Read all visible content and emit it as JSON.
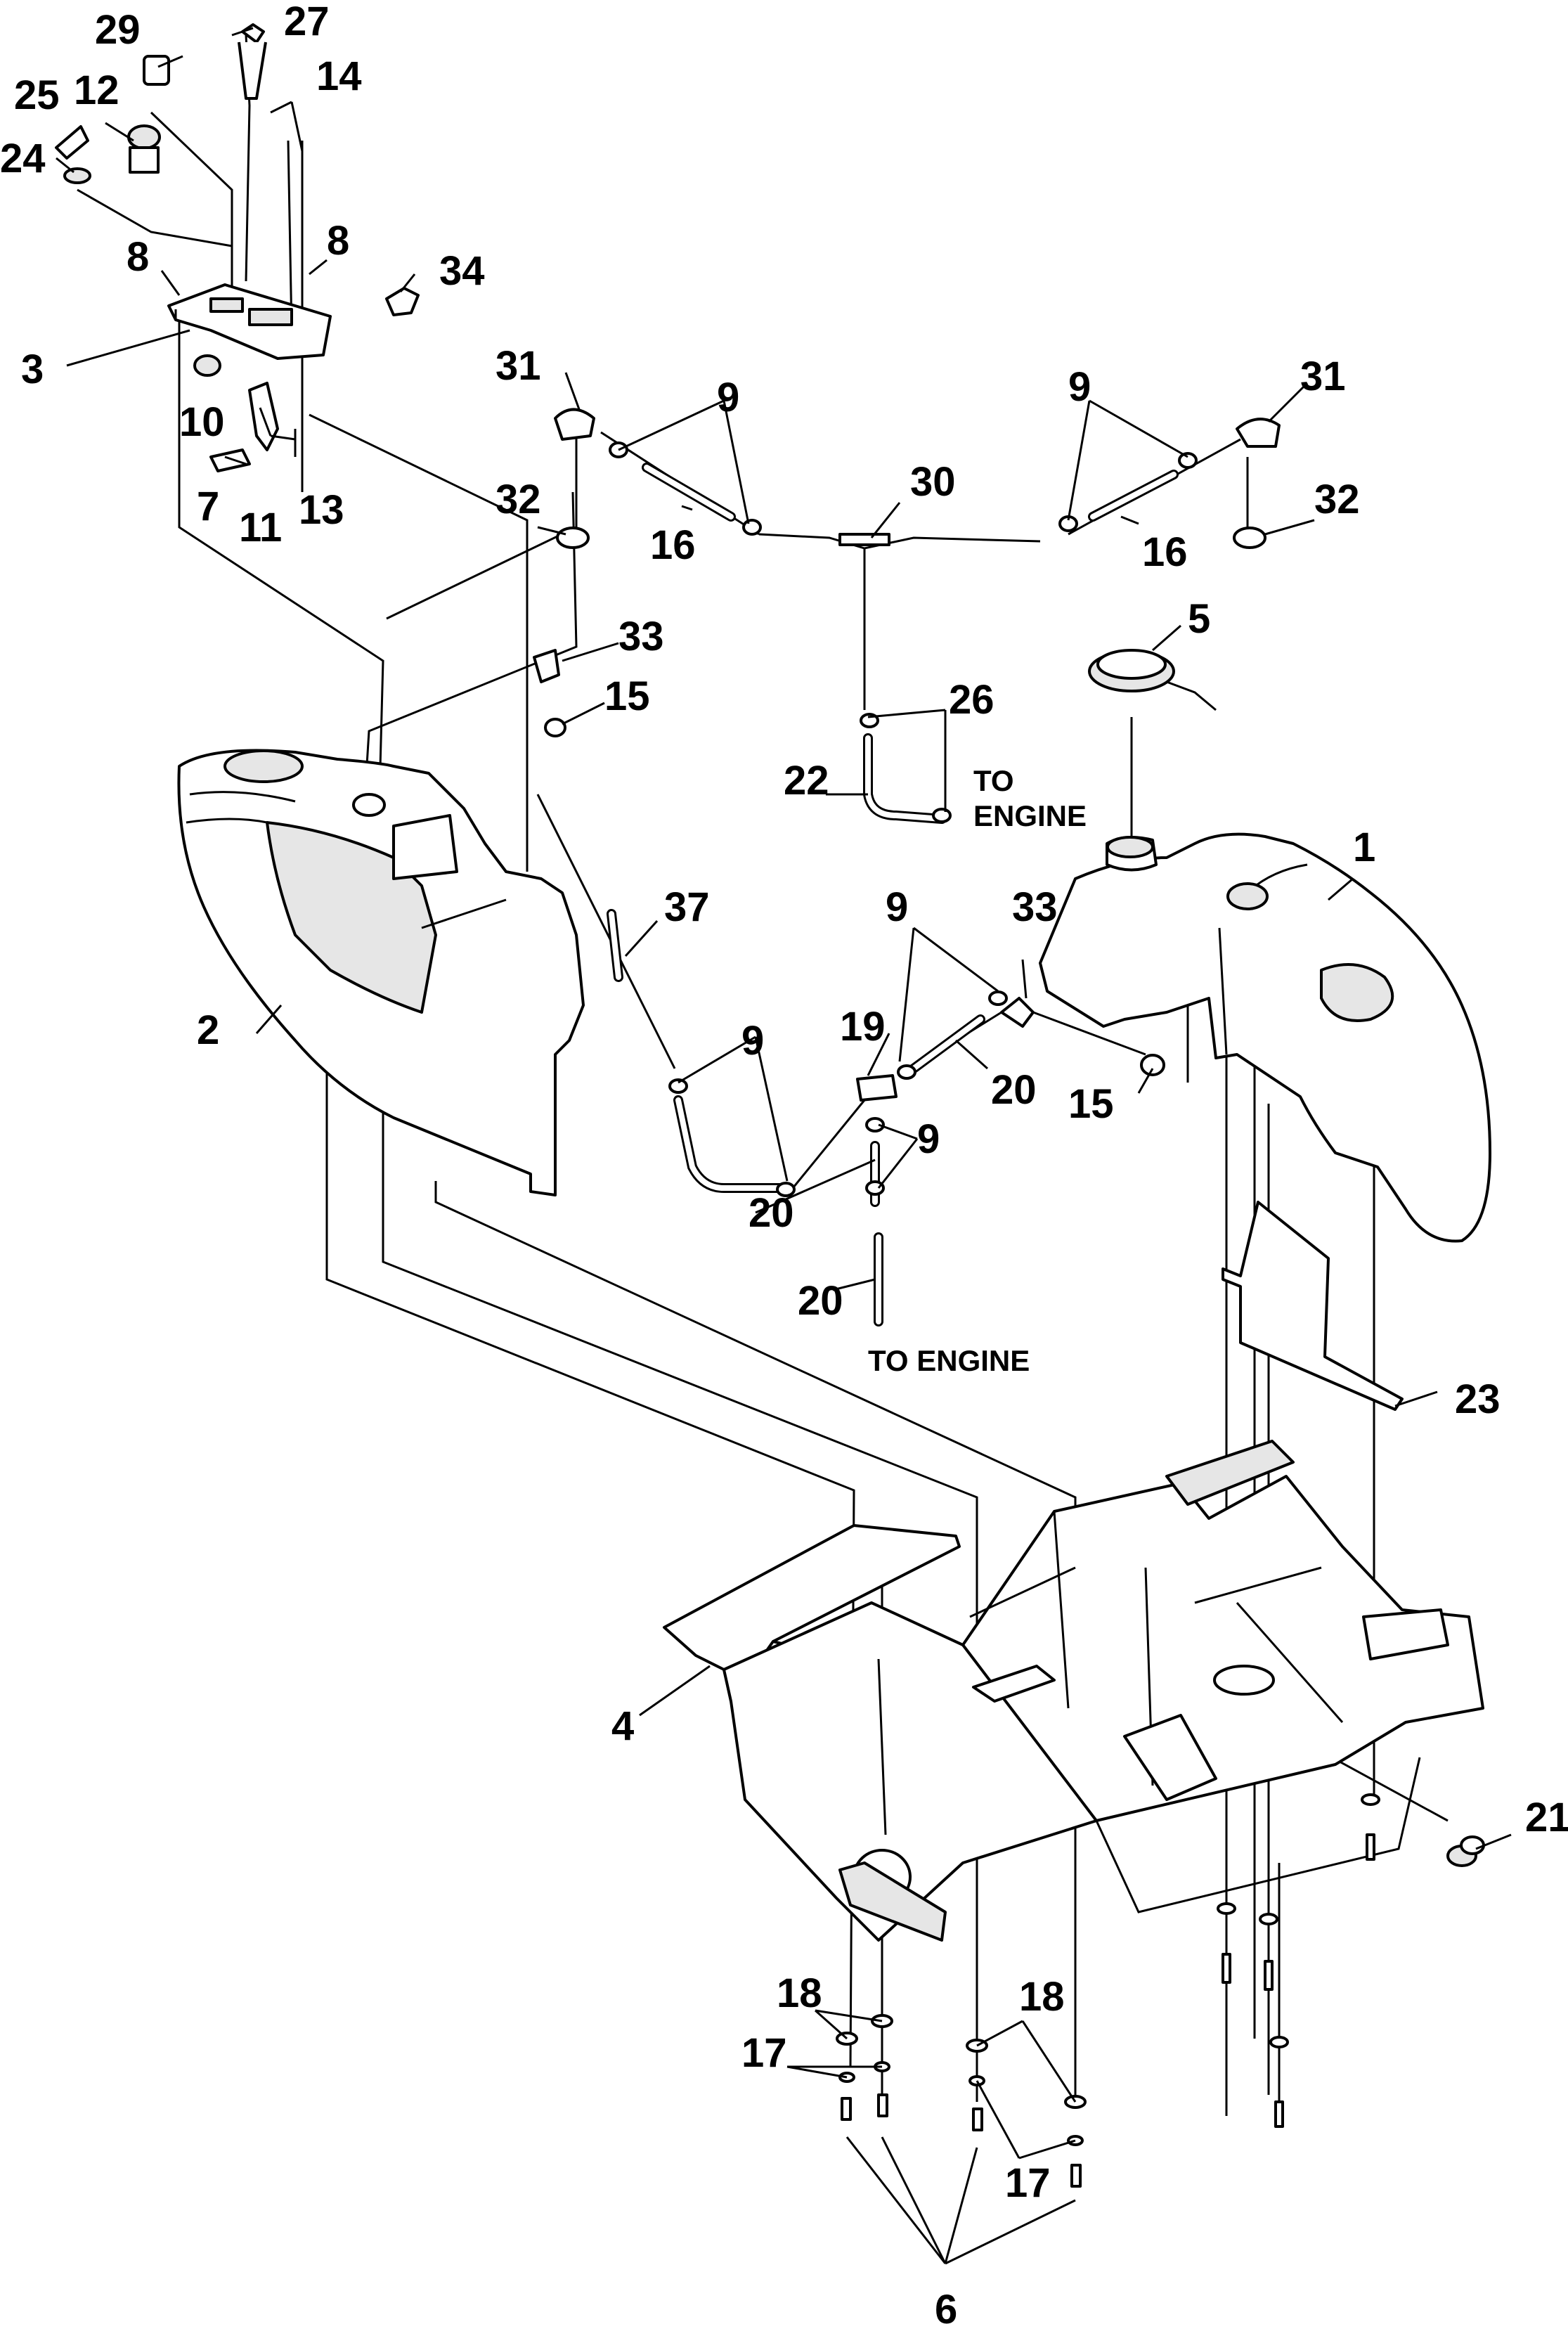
{
  "diagram": {
    "callouts": [
      "29",
      "27",
      "25",
      "12",
      "14",
      "24",
      "8",
      "8",
      "34",
      "3",
      "10",
      "7",
      "11",
      "13",
      "31",
      "9",
      "30",
      "9",
      "31",
      "32",
      "16",
      "16",
      "32",
      "33",
      "15",
      "5",
      "26",
      "22",
      "1",
      "37",
      "9",
      "33",
      "2",
      "9",
      "19",
      "20",
      "15",
      "20",
      "9",
      "20",
      "20",
      "23",
      "4",
      "21",
      "18",
      "18",
      "17",
      "17",
      "6"
    ],
    "notes": {
      "to_engine_top_line1": "TO",
      "to_engine_top_line2": "ENGINE",
      "to_engine_bottom": "TO ENGINE"
    }
  }
}
